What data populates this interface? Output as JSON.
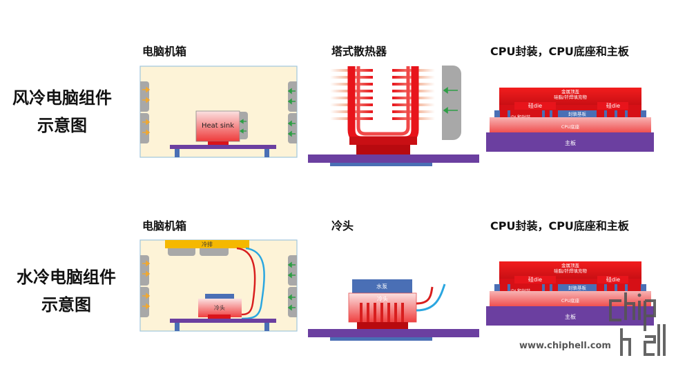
{
  "side_titles": {
    "air": [
      "风冷电脑组件",
      "示意图"
    ],
    "water": [
      "水冷电脑组件",
      "示意图"
    ]
  },
  "panel_titles": {
    "air_case": "电脑机箱",
    "air_cooler": "塔式散热器",
    "air_cpu": "CPU封装，CPU底座和主板",
    "water_case": "电脑机箱",
    "water_block": "冷头",
    "water_cpu": "CPU封装，CPU底座和主板"
  },
  "labels": {
    "heat_sink": "Heat sink",
    "radiator": "冷排",
    "cold_plate": "冷头",
    "pump": "水泵",
    "cold_head_body": "冷头",
    "metal_lid": "金属顶盖",
    "tim": "硅脂/钎焊填充物",
    "die": "硅die",
    "substrate": "封装基板",
    "rdl": "RDL和封装",
    "cpu_socket": "CPU底座",
    "motherboard": "主板"
  },
  "watermark": {
    "url": "www.chiphell.com",
    "logo": "chip hell"
  },
  "colors": {
    "case_bg": "#fdf3d7",
    "case_border": "#9fc6dd",
    "fan": "#a8a8a8",
    "arrow_in": "#2e9e45",
    "arrow_warm": "#f0a830",
    "board": "#6b3fa0",
    "board_blue": "#4a6fb5",
    "red": "#e8141b",
    "dark_red": "#b80a0f",
    "radiator": "#f5b800",
    "pipe_red": "#d81e1e",
    "pipe_blue": "#2aa6e0"
  }
}
